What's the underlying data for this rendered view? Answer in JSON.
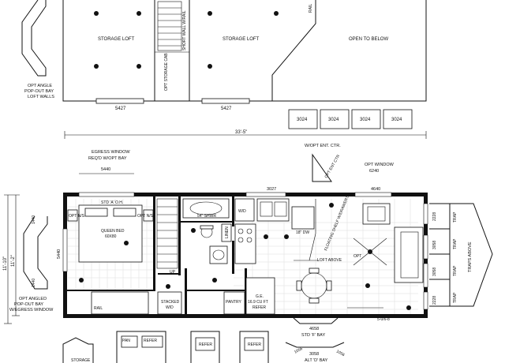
{
  "loft": {
    "storage_loft_left": "STORAGE LOFT",
    "storage_loft_right": "STORAGE LOFT",
    "open_to_below": "OPEN TO BELOW",
    "short_wall": "SHORT WALL W/RAIL",
    "opt_storage": "OPT STORAGE CAB",
    "rail": "RAIL",
    "window_left": "5427",
    "window_right": "5427",
    "loft_wall_label": [
      "OPT ANGLE",
      "POP-OUT BAY",
      "LOFT WALLS"
    ],
    "dormer_windows": [
      "3024",
      "3024",
      "3024",
      "3024"
    ]
  },
  "main": {
    "overall_length": "33'-5\"",
    "width_outer": "11'-10\"",
    "width_inner": "11'-2\"",
    "egress_window": [
      "EGRESS WINDOW",
      "REQ'D W/OPT BAY"
    ],
    "window_5440_top": "5440",
    "window_5440_side": "5440",
    "ent_ctr": "W/OPT ENT. CTR.",
    "ent_ctr_label": "OPT ENT CTR",
    "opt_window": "OPT WINDOW",
    "window_6240": "6240",
    "window_3027": "3027",
    "window_4640": "4640",
    "bed": [
      "QUEEN BED",
      "60X80"
    ],
    "std_oh": "STD 'A' O.H.",
    "opt_ns_left": "OPT N/S",
    "opt_ns_right": "OPT N/S",
    "shower": "54\" SHWR",
    "linen": "LINEN",
    "wd": "W/D",
    "dw": "18\" DW",
    "floating_shelf": "FLOATING SHELF W/DRAWERS",
    "loft_above": "LOFT ABOVE",
    "fan": "OPT",
    "up": "UP",
    "stacked_wd": [
      "STACKED",
      "W/D"
    ],
    "pantry": "PANTRY",
    "refer": [
      "G.E.",
      "16.9 CU FT",
      "REFER"
    ],
    "rail": "RAIL",
    "std_f_bay": "STD 'F' BAY",
    "window_4658": "4658",
    "window_3058_top": "3058",
    "window_3058_bottom": "3058",
    "traps_above": "TRAPS ABOVE",
    "trap": [
      "TRAP",
      "TRAP",
      "TRAP",
      "TRAP"
    ],
    "side_2228_top": "2228",
    "side_2228_bottom": "2228",
    "door_dim": "5-0/6-8",
    "angled_bay_dim_a": "1440",
    "angled_bay_dim_b": "1440",
    "angled_bay_label": [
      "OPT ANGLED",
      "POP-OUT BAY",
      "W/EGRESS WINDOW"
    ]
  },
  "options": {
    "pan": "PAN",
    "refer_a": "REFER",
    "refer_b": "REFER",
    "refer_c": "REFER",
    "storage": "STORAGE",
    "alt_d_bay": "ALT 'D' BAY",
    "bay_1056_left": "1056",
    "bay_3058": "3058",
    "bay_1056_right": "1056"
  }
}
